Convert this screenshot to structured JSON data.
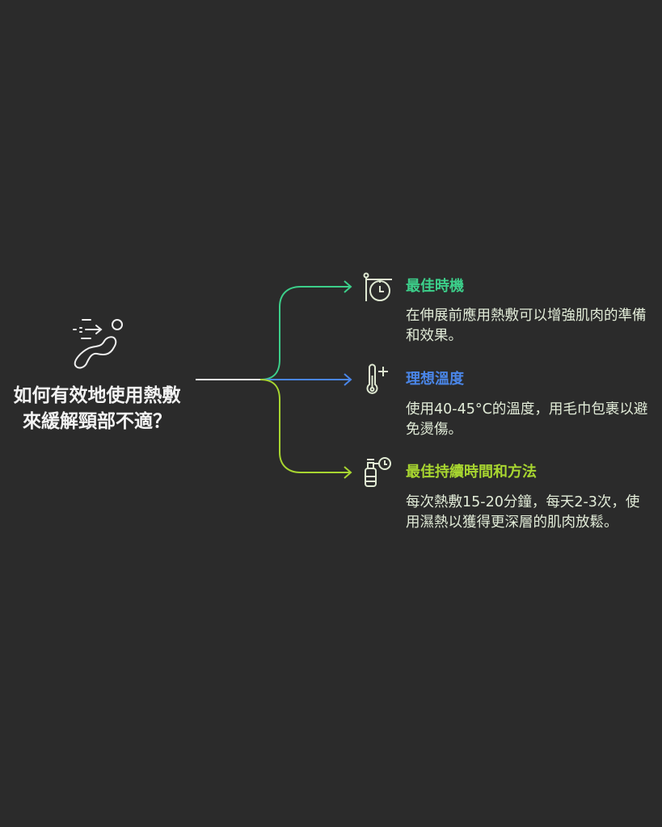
{
  "title": "如何有效地使用熱敷來緩解頸部不適？",
  "colors": {
    "background": "#2b2b2b",
    "branch1": "#3ccf8a",
    "branch2": "#4a86e8",
    "branch3": "#a8d630",
    "text": "#e2ecd8"
  },
  "branches": [
    {
      "heading": "最佳時機",
      "body": "在伸展前應用熱敷可以增強肌肉的準備和效果。",
      "icon": "clock-timer-icon"
    },
    {
      "heading": "理想溫度",
      "body": "使用40-45°C的溫度，用毛巾包裹以避免燙傷。",
      "icon": "thermometer-plus-icon"
    },
    {
      "heading": "最佳持續時間和方法",
      "body": "每次熱敷15-20分鐘，每天2-3次，使用濕熱以獲得更深層的肌肉放鬆。",
      "icon": "spray-bottle-timer-icon"
    }
  ]
}
